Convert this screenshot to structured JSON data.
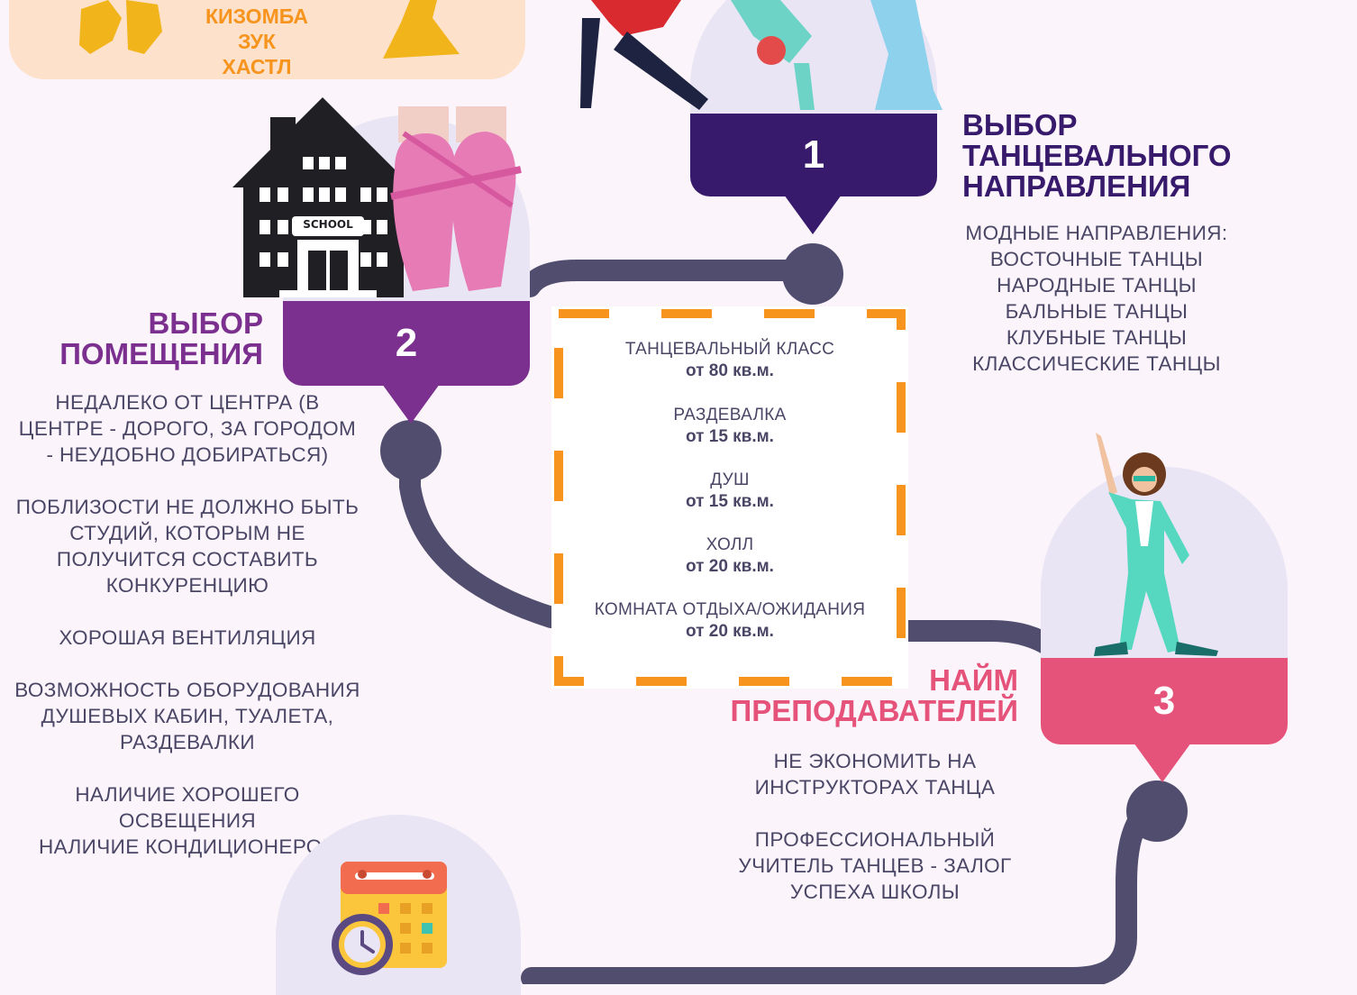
{
  "colors": {
    "background": "#fbf4fb",
    "path": "#514d6e",
    "step1": "#371a6b",
    "step2": "#7b2f8e",
    "step3": "#e5527a",
    "peach": "#fde1cb",
    "dash": "#f7941d",
    "text": "#4a4666"
  },
  "top_box": {
    "styles": [
      "КИЗОМБА",
      "ЗУК",
      "ХАСТЛ"
    ]
  },
  "steps": [
    {
      "number": "1",
      "heading": "ВЫБОР\nТАНЦЕВАЛЬНОГО\nНАПРАВЛЕНИЯ",
      "body": "МОДНЫЕ НАПРАВЛЕНИЯ:\nВОСТОЧНЫЕ ТАНЦЫ\nНАРОДНЫЕ ТАНЦЫ\nБАЛЬНЫЕ ТАНЦЫ\nКЛУБНЫЕ ТАНЦЫ\nКЛАССИЧЕСКИЕ ТАНЦЫ",
      "illustration": "dancers-icon"
    },
    {
      "number": "2",
      "heading": "ВЫБОР\nПОМЕЩЕНИЯ",
      "body": "НЕДАЛЕКО ОТ ЦЕНТРА (В\nЦЕНТРЕ - ДОРОГО, ЗА ГОРОДОМ\n- НЕУДОБНО ДОБИРАТЬСЯ)\n\nПОБЛИЗОСТИ НЕ ДОЛЖНО БЫТЬ\nСТУДИЙ, КОТОРЫМ НЕ\nПОЛУЧИТСЯ СОСТАВИТЬ\nКОНКУРЕНЦИЮ\n\nХОРОШАЯ ВЕНТИЛЯЦИЯ\n\nВОЗМОЖНОСТЬ ОБОРУДОВАНИЯ\nДУШЕВЫХ КАБИН, ТУАЛЕТА,\nРАЗДЕВАЛКИ\n\nНАЛИЧИЕ ХОРОШЕГО\nОСВЕЩЕНИЯ\nНАЛИЧИЕ КОНДИЦИОНЕРОВ",
      "school_sign": "SCHOOL",
      "illustration": "school-and-pointe-shoes-icon"
    },
    {
      "number": "3",
      "heading": "НАЙМ\nПРЕПОДАВАТЕЛЕЙ",
      "body": "НЕ ЭКОНОМИТЬ НА\nИНСТРУКТОРАХ ТАНЦА\n\nПРОФЕССИОНАЛЬНЫЙ\nУЧИТЕЛЬ ТАНЦЕВ - ЗАЛОГ\nУСПЕХА ШКОЛЫ",
      "illustration": "disco-dancer-icon"
    }
  ],
  "rooms": [
    {
      "name": "ТАНЦЕВАЛЬНЫЙ КЛАСС",
      "size": "от 80 кв.м."
    },
    {
      "name": "РАЗДЕВАЛКА",
      "size": "от 15 кв.м."
    },
    {
      "name": "ДУШ",
      "size": "от 15 кв.м."
    },
    {
      "name": "ХОЛЛ",
      "size": "от 20 кв.м."
    },
    {
      "name": "КОМНАТА ОТДЫХА/ОЖИДАНИЯ",
      "size": "от 20 кв.м."
    }
  ],
  "bottom_icon": "calendar-clock-icon"
}
